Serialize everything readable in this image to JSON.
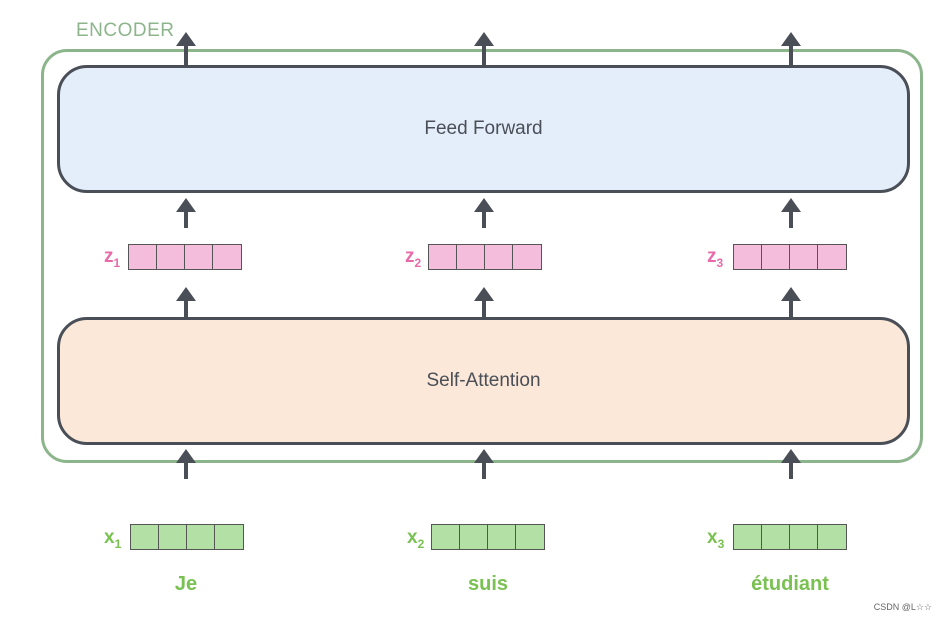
{
  "encoder": {
    "title": "ENCODER"
  },
  "blocks": {
    "feed_forward": "Feed Forward",
    "self_attention": "Self-Attention"
  },
  "outputs": [
    {
      "label": "z",
      "sub": "1"
    },
    {
      "label": "z",
      "sub": "2"
    },
    {
      "label": "z",
      "sub": "3"
    }
  ],
  "inputs": [
    {
      "label": "x",
      "sub": "1",
      "word": "Je"
    },
    {
      "label": "x",
      "sub": "2",
      "word": "suis"
    },
    {
      "label": "x",
      "sub": "3",
      "word": "étudiant"
    }
  ],
  "watermark": "CSDN @L☆☆",
  "colors": {
    "encoder_border": "#8db58b",
    "feed_forward_fill": "#e4eefb",
    "self_attention_fill": "#fbe8d8",
    "z_vector": "#f5bddc",
    "x_vector": "#b3e0a4",
    "z_label": "#e86aa8",
    "x_label": "#79c251"
  }
}
